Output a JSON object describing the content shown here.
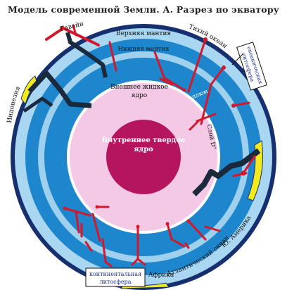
{
  "title": "Модель современной Земли.  А. Разрез по экватору",
  "layers": {
    "upper_mantle": "Верхняя мантия",
    "lower_mantle": "Нижняя мантия",
    "outer_core_line1": "Внешнее жидкое",
    "outer_core_line2": "ядро",
    "inner_core_line1": "Внутреннее твердое",
    "inner_core_line2": "ядро",
    "plume": "плюм",
    "d_layer": "Слой D\""
  },
  "places": {
    "hawaii": "Гавайи",
    "pacific": "Тихий океан",
    "indonesia": "Индонезия",
    "s_america": "Ю. Америка",
    "atlantic": "Атлантический океан",
    "africa": "Африка"
  },
  "boxes": {
    "oceanic_line1": "океаническая",
    "oceanic_line2": "литосфера",
    "continental_line1": "континентальная",
    "continental_line2": "литосфера"
  },
  "colors": {
    "outer_ring": "#16306f",
    "crust": "#a9d7f1",
    "mantle": "#1e86cc",
    "transition": "#9fd0ee",
    "outer_core": "#f4c9e5",
    "inner_core": "#b5145e",
    "plume": "#d3182b",
    "slab": "#1a2a3c",
    "continent": "#f2ea1c"
  }
}
